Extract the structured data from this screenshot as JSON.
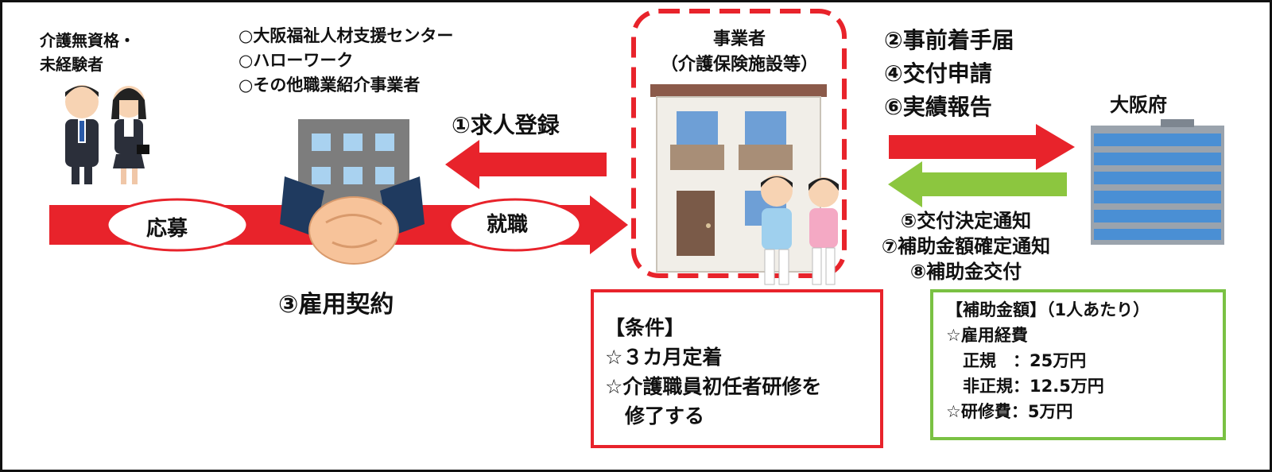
{
  "seekers_label": [
    "介護無資格・",
    "未経験者"
  ],
  "agencies": [
    "○大阪福祉人材支援センター",
    "○ハローワーク",
    "○その他職業紹介事業者"
  ],
  "employer_label": [
    "事業者",
    "（介護保険施設等）"
  ],
  "prefecture_label": "大阪府",
  "flow": {
    "apply": "応募",
    "employ": "就職",
    "job_registration": "①求人登録",
    "contract": "③雇用契約"
  },
  "steps_to_pref": [
    "②事前着手届",
    "④交付申請",
    "⑥実績報告"
  ],
  "steps_from_pref": [
    "⑤交付決定通知",
    "⑦補助金額確定通知",
    "⑧補助金交付"
  ],
  "conditions": {
    "title": "【条件】",
    "lines": [
      "☆３カ月定着",
      "☆介護職員初任者研修を",
      "　修了する"
    ]
  },
  "subsidy": {
    "title": "【補助金額】（1人あたり）",
    "lines": [
      "☆雇用経費",
      "　正規　：25万円",
      "　非正規：12.5万円",
      "☆研修費：5万円"
    ]
  },
  "colors": {
    "arrow_red": "#e8232b",
    "arrow_green": "#8cc63f",
    "box_green": "#7ac143"
  }
}
